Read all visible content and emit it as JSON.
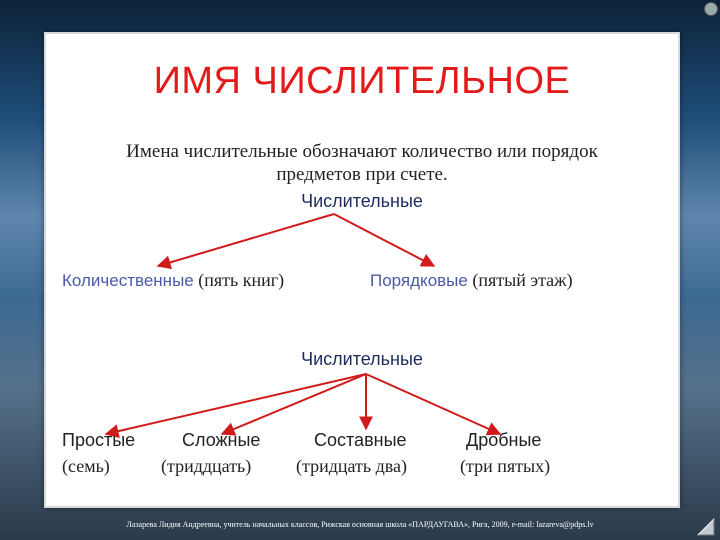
{
  "slide": {
    "title": "ИМЯ ЧИСЛИТЕЛЬНОЕ",
    "intro_line1": "Имена числительные обозначают количество или порядок",
    "intro_line2": "предметов при счете.",
    "tree1": {
      "heading": "Числительные",
      "left": {
        "name": "Количественные",
        "example": " (пять книг)"
      },
      "right": {
        "name": "Порядковые",
        "example": " (пятый этаж)"
      }
    },
    "tree2": {
      "heading": "Числительные",
      "items": [
        {
          "name": "Простые",
          "example": "(семь)"
        },
        {
          "name": "Сложные",
          "example": "(триддцать)"
        },
        {
          "name": "Составные",
          "example": "(тридцать два)"
        },
        {
          "name": "Дробные",
          "example": "(три пятых)"
        }
      ]
    }
  },
  "footer": "Лазарева Лидия Андреевна, учитель начальных классов, Рижская основная школа «ПАРДАУГАВА», Рига, 2009, e-mail: lazareva@pdps.lv",
  "colors": {
    "title": "#e31a1a",
    "arrow": "#d11a1a",
    "label_blue": "#4a5aa8"
  }
}
